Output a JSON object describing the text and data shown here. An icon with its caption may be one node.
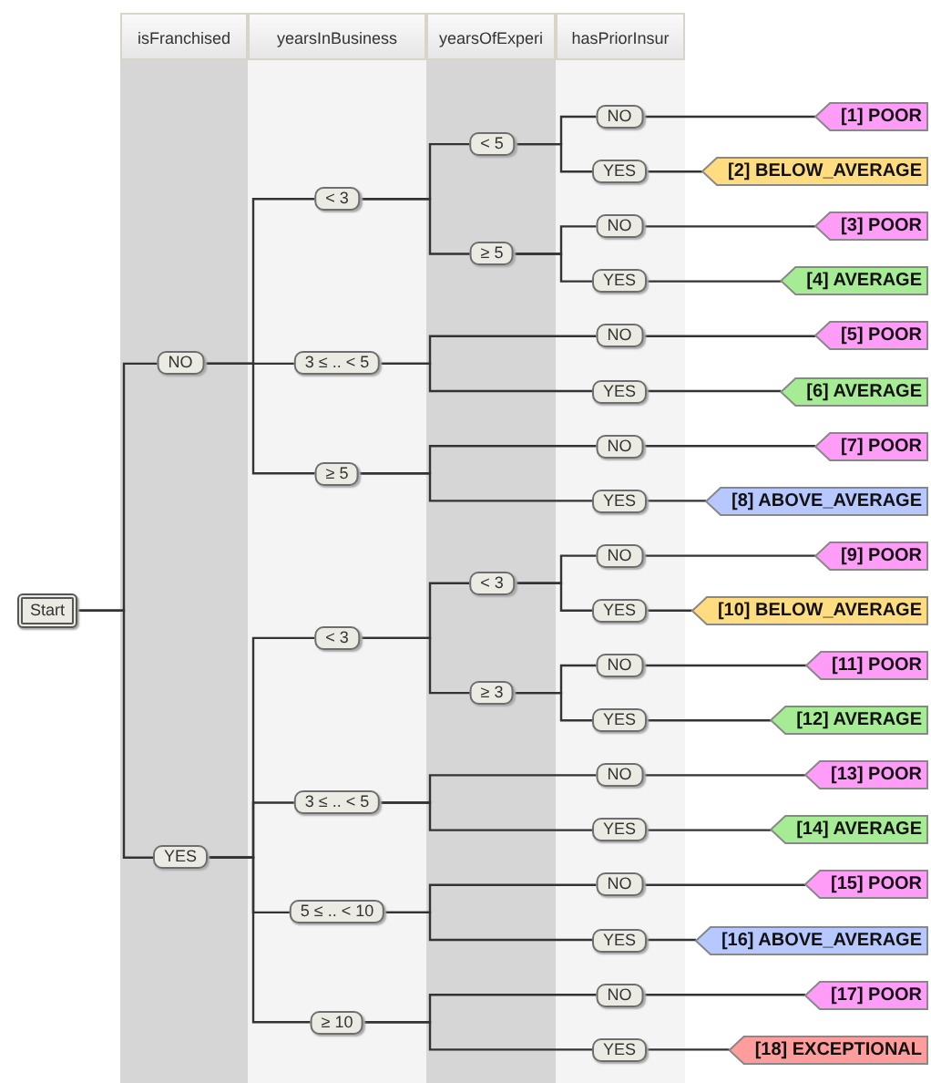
{
  "diagram": {
    "nodes": [
      {
        "text": [
          "Start"
        ]
      },
      {
        "text": [
          "NO"
        ]
      },
      {
        "text": [
          "< 3"
        ]
      },
      {
        "text": [
          "< 5"
        ]
      },
      {
        "text": [
          "NO"
        ]
      },
      {
        "text": [
          "[1] POOR"
        ]
      },
      {
        "text": [
          "YES"
        ]
      },
      {
        "text": [
          "[2] BELOW_AVERAGE"
        ]
      },
      {
        "text": [
          "≥ 5"
        ]
      },
      {
        "text": [
          "NO"
        ]
      },
      {
        "text": [
          "[3] POOR"
        ]
      },
      {
        "text": [
          "YES"
        ]
      },
      {
        "text": [
          "[4] AVERAGE"
        ]
      },
      {
        "text": [
          "3 ≤ .. < 5"
        ]
      },
      {
        "text": [
          "NO"
        ]
      },
      {
        "text": [
          "[5] POOR"
        ]
      },
      {
        "text": [
          "YES"
        ]
      },
      {
        "text": [
          "[6] AVERAGE"
        ]
      },
      {
        "text": [
          "≥ 5"
        ]
      },
      {
        "text": [
          "NO"
        ]
      },
      {
        "text": [
          "[7] POOR"
        ]
      },
      {
        "text": [
          "YES"
        ]
      },
      {
        "text": [
          "[8] ABOVE_AVERAGE"
        ]
      },
      {
        "text": [
          "YES"
        ]
      },
      {
        "text": [
          "< 3"
        ]
      },
      {
        "text": [
          "< 3"
        ]
      },
      {
        "text": [
          "NO"
        ]
      },
      {
        "text": [
          "[9] POOR"
        ]
      },
      {
        "text": [
          "YES"
        ]
      },
      {
        "text": [
          "[10] BELOW_AVERAGE"
        ]
      },
      {
        "text": [
          "≥ 3"
        ]
      },
      {
        "text": [
          "NO"
        ]
      },
      {
        "text": [
          "[11] POOR"
        ]
      },
      {
        "text": [
          "YES"
        ]
      },
      {
        "text": [
          "[12] AVERAGE"
        ]
      },
      {
        "text": [
          "3 ≤ .. < 5"
        ]
      },
      {
        "text": [
          "NO"
        ]
      },
      {
        "text": [
          "[13] POOR"
        ]
      },
      {
        "text": [
          "YES"
        ]
      },
      {
        "text": [
          "[14] AVERAGE"
        ]
      },
      {
        "text": [
          "5 ≤ .. < 10"
        ]
      },
      {
        "text": [
          "NO"
        ]
      },
      {
        "text": [
          "[15] POOR"
        ]
      },
      {
        "text": [
          "YES"
        ]
      },
      {
        "text": [
          "[16] ABOVE_AVERAGE"
        ]
      },
      {
        "text": [
          "≥ 10"
        ]
      },
      {
        "text": [
          "NO"
        ]
      },
      {
        "text": [
          "[17] POOR"
        ]
      },
      {
        "text": [
          "YES"
        ]
      },
      {
        "text": [
          "[18] EXCEPTIONAL"
        ]
      }
    ],
    "edges": [
      {
        "from": 0,
        "to": 1,
        "arrow": "none"
      },
      {
        "from": 1,
        "to": 2,
        "arrow": "none"
      },
      {
        "from": 2,
        "to": 3,
        "arrow": "none"
      },
      {
        "from": 3,
        "to": 4,
        "arrow": "none"
      },
      {
        "from": 4,
        "to": 5,
        "arrow": "none"
      },
      {
        "from": 3,
        "to": 6,
        "arrow": "none"
      },
      {
        "from": 6,
        "to": 7,
        "arrow": "none"
      },
      {
        "from": 2,
        "to": 8,
        "arrow": "none"
      },
      {
        "from": 8,
        "to": 9,
        "arrow": "none"
      },
      {
        "from": 9,
        "to": 10,
        "arrow": "none"
      },
      {
        "from": 8,
        "to": 11,
        "arrow": "none"
      },
      {
        "from": 11,
        "to": 12,
        "arrow": "none"
      },
      {
        "from": 1,
        "to": 13,
        "arrow": "none"
      },
      {
        "from": 13,
        "to": 14,
        "arrow": "none"
      },
      {
        "from": 14,
        "to": 15,
        "arrow": "none"
      },
      {
        "from": 13,
        "to": 16,
        "arrow": "none"
      },
      {
        "from": 16,
        "to": 17,
        "arrow": "none"
      },
      {
        "from": 1,
        "to": 18,
        "arrow": "none"
      },
      {
        "from": 18,
        "to": 19,
        "arrow": "none"
      },
      {
        "from": 19,
        "to": 20,
        "arrow": "none"
      },
      {
        "from": 18,
        "to": 21,
        "arrow": "none"
      },
      {
        "from": 21,
        "to": 22,
        "arrow": "none"
      },
      {
        "from": 0,
        "to": 23,
        "arrow": "none"
      },
      {
        "from": 23,
        "to": 24,
        "arrow": "none"
      },
      {
        "from": 24,
        "to": 25,
        "arrow": "none"
      },
      {
        "from": 25,
        "to": 26,
        "arrow": "none"
      },
      {
        "from": 26,
        "to": 27,
        "arrow": "none"
      },
      {
        "from": 25,
        "to": 28,
        "arrow": "none"
      },
      {
        "from": 28,
        "to": 29,
        "arrow": "none"
      },
      {
        "from": 24,
        "to": 30,
        "arrow": "none"
      },
      {
        "from": 30,
        "to": 31,
        "arrow": "none"
      },
      {
        "from": 31,
        "to": 32,
        "arrow": "none"
      },
      {
        "from": 30,
        "to": 33,
        "arrow": "none"
      },
      {
        "from": 33,
        "to": 34,
        "arrow": "none"
      },
      {
        "from": 23,
        "to": 35,
        "arrow": "none"
      },
      {
        "from": 35,
        "to": 36,
        "arrow": "none"
      },
      {
        "from": 36,
        "to": 37,
        "arrow": "none"
      },
      {
        "from": 35,
        "to": 38,
        "arrow": "none"
      },
      {
        "from": 38,
        "to": 39,
        "arrow": "none"
      },
      {
        "from": 23,
        "to": 40,
        "arrow": "none"
      },
      {
        "from": 40,
        "to": 41,
        "arrow": "none"
      },
      {
        "from": 41,
        "to": 42,
        "arrow": "none"
      },
      {
        "from": 40,
        "to": 43,
        "arrow": "none"
      },
      {
        "from": 43,
        "to": 44,
        "arrow": "none"
      },
      {
        "from": 23,
        "to": 45,
        "arrow": "none"
      },
      {
        "from": 45,
        "to": 46,
        "arrow": "none"
      },
      {
        "from": 46,
        "to": 47,
        "arrow": "none"
      },
      {
        "from": 45,
        "to": 48,
        "arrow": "none"
      },
      {
        "from": 48,
        "to": 49,
        "arrow": "none"
      }
    ],
    "labels": [
      "isFranchised",
      "yearsInBusiness",
      "yearsOfExperi",
      "hasPriorInsur"
    ]
  }
}
